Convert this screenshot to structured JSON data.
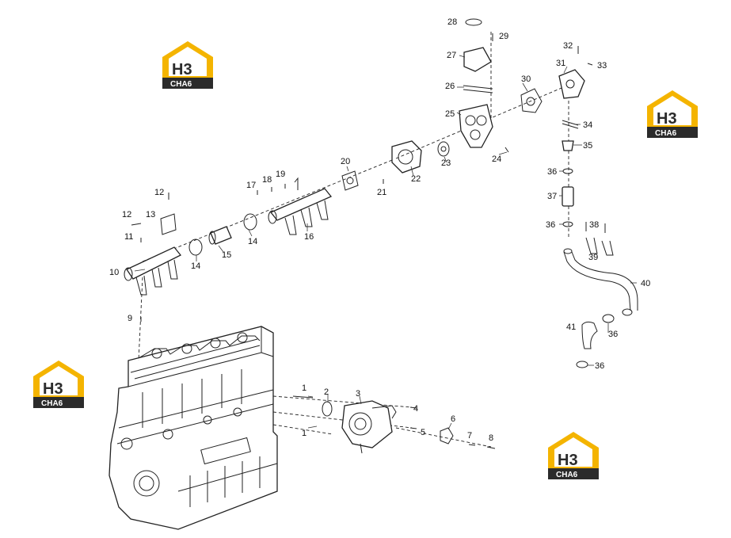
{
  "brand": {
    "logo_main": "H3",
    "logo_sub": "CHA6",
    "colors": {
      "yellow": "#f4b400",
      "dark": "#2b2b2b",
      "white": "#ffffff"
    }
  },
  "part_numbers": [
    "1",
    "2",
    "3",
    "4",
    "5",
    "6",
    "7",
    "8",
    "9",
    "10",
    "11",
    "12",
    "13",
    "14",
    "15",
    "16",
    "17",
    "18",
    "19",
    "20",
    "21",
    "22",
    "23",
    "24",
    "25",
    "26",
    "27",
    "28",
    "29",
    "30",
    "31",
    "32",
    "33",
    "34",
    "35",
    "36",
    "37",
    "38",
    "39",
    "40",
    "41"
  ],
  "labels": {
    "p1a": "1",
    "p1b": "1",
    "p2": "2",
    "p3": "3",
    "p4": "4",
    "p5": "5",
    "p6": "6",
    "p7": "7",
    "p8": "8",
    "p9": "9",
    "p10": "10",
    "p11": "11",
    "p12a": "12",
    "p12b": "12",
    "p13": "13",
    "p14a": "14",
    "p14b": "14",
    "p15": "15",
    "p16": "16",
    "p17": "17",
    "p18": "18",
    "p19": "19",
    "p20": "20",
    "p21": "21",
    "p22": "22",
    "p23": "23",
    "p24": "24",
    "p25": "25",
    "p26": "26",
    "p27": "27",
    "p28": "28",
    "p29": "29",
    "p30": "30",
    "p31": "31",
    "p32": "32",
    "p33": "33",
    "p34": "34",
    "p35": "35",
    "p36a": "36",
    "p36b": "36",
    "p36c": "36",
    "p36d": "36",
    "p37": "37",
    "p38": "38",
    "p39": "39",
    "p40": "40",
    "p41": "41"
  }
}
